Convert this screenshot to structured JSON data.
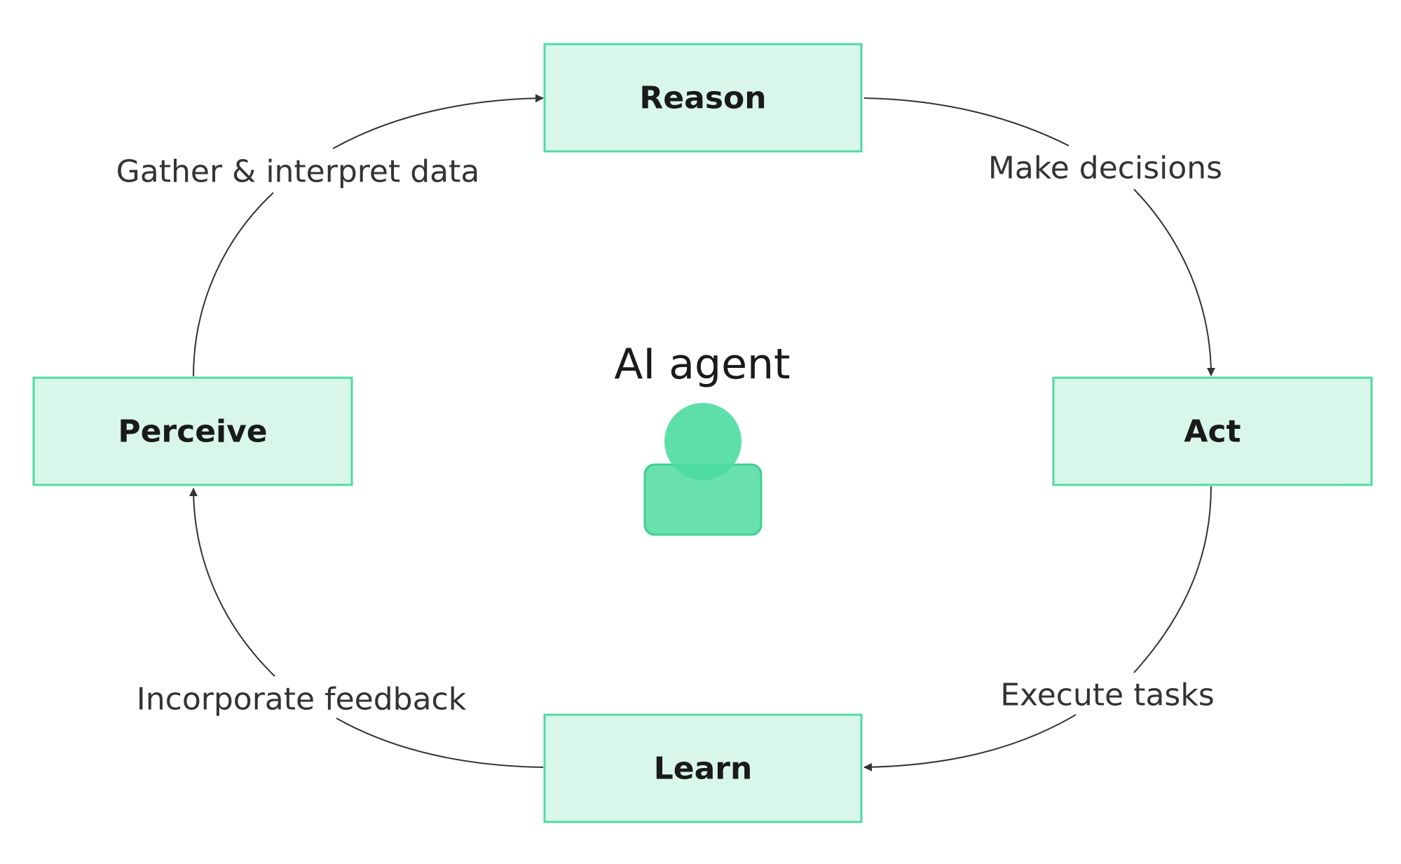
{
  "center": {
    "title": "AI agent",
    "icon": "person-icon"
  },
  "nodes": {
    "reason": "Reason",
    "act": "Act",
    "learn": "Learn",
    "perceive": "Perceive"
  },
  "edges": {
    "perceive_to_reason": "Gather & interpret data",
    "reason_to_act": "Make decisions",
    "act_to_learn": "Execute tasks",
    "learn_to_perceive": "Incorporate feedback"
  },
  "colors": {
    "node_fill": "#d8f7ea",
    "node_stroke": "#4fdba2",
    "icon_fill": "#4ddca0",
    "arrow": "#333333"
  }
}
